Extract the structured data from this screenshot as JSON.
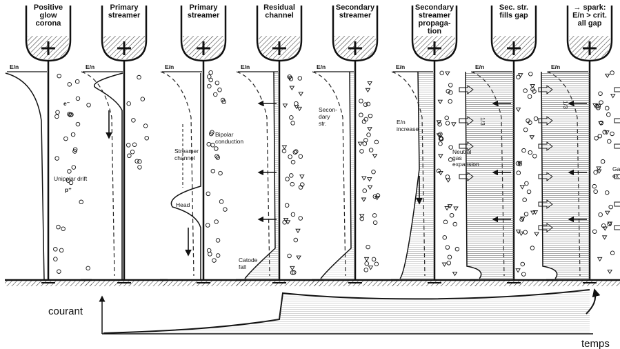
{
  "panels": [
    {
      "title": [
        "Positive",
        "glow",
        "corona"
      ],
      "field_label": "E/n"
    },
    {
      "title": [
        "Primary",
        "streamer"
      ],
      "field_label": "E/n"
    },
    {
      "title": [
        "Primary",
        "streamer"
      ],
      "field_label": "E/n"
    },
    {
      "title": [
        "Residual",
        "channel"
      ],
      "field_label": "E/n"
    },
    {
      "title": [
        "Secondary",
        "streamer"
      ],
      "field_label": "E/n"
    },
    {
      "title": [
        "Secondary",
        "streamer",
        "propaga-",
        "tion"
      ],
      "field_label": "E/n"
    },
    {
      "title": [
        "Sec. str.",
        "fills gap"
      ],
      "field_label": "E/n"
    },
    {
      "title": [
        "→ spark:",
        "E/n > crit.",
        "all     gap"
      ],
      "field_label": "E/n"
    }
  ],
  "annotations": {
    "electron": "e⁻",
    "unipolar_drift": "Unipolar drift",
    "positive_ion": "p⁺",
    "streamer_channel": [
      "Streamer",
      "channel"
    ],
    "head": "Head",
    "bipolar_conduction": [
      "Bipolar",
      "conduction"
    ],
    "catode_fall": [
      "Catode",
      "fall"
    ],
    "secondary_str": [
      "Secon-",
      "dary",
      "str."
    ],
    "en_increase": [
      "E/n",
      "increase"
    ],
    "neutral_gas": [
      "Neutral",
      "gas",
      "expansion"
    ],
    "gas_cut": [
      "Ga",
      "ex"
    ],
    "frac_label": "1/3"
  },
  "current_plot": {
    "ylabel": "courant",
    "xlabel": "temps"
  },
  "colors": {
    "ink": "#111111",
    "paper": "#ffffff",
    "hatch": "#555555"
  }
}
